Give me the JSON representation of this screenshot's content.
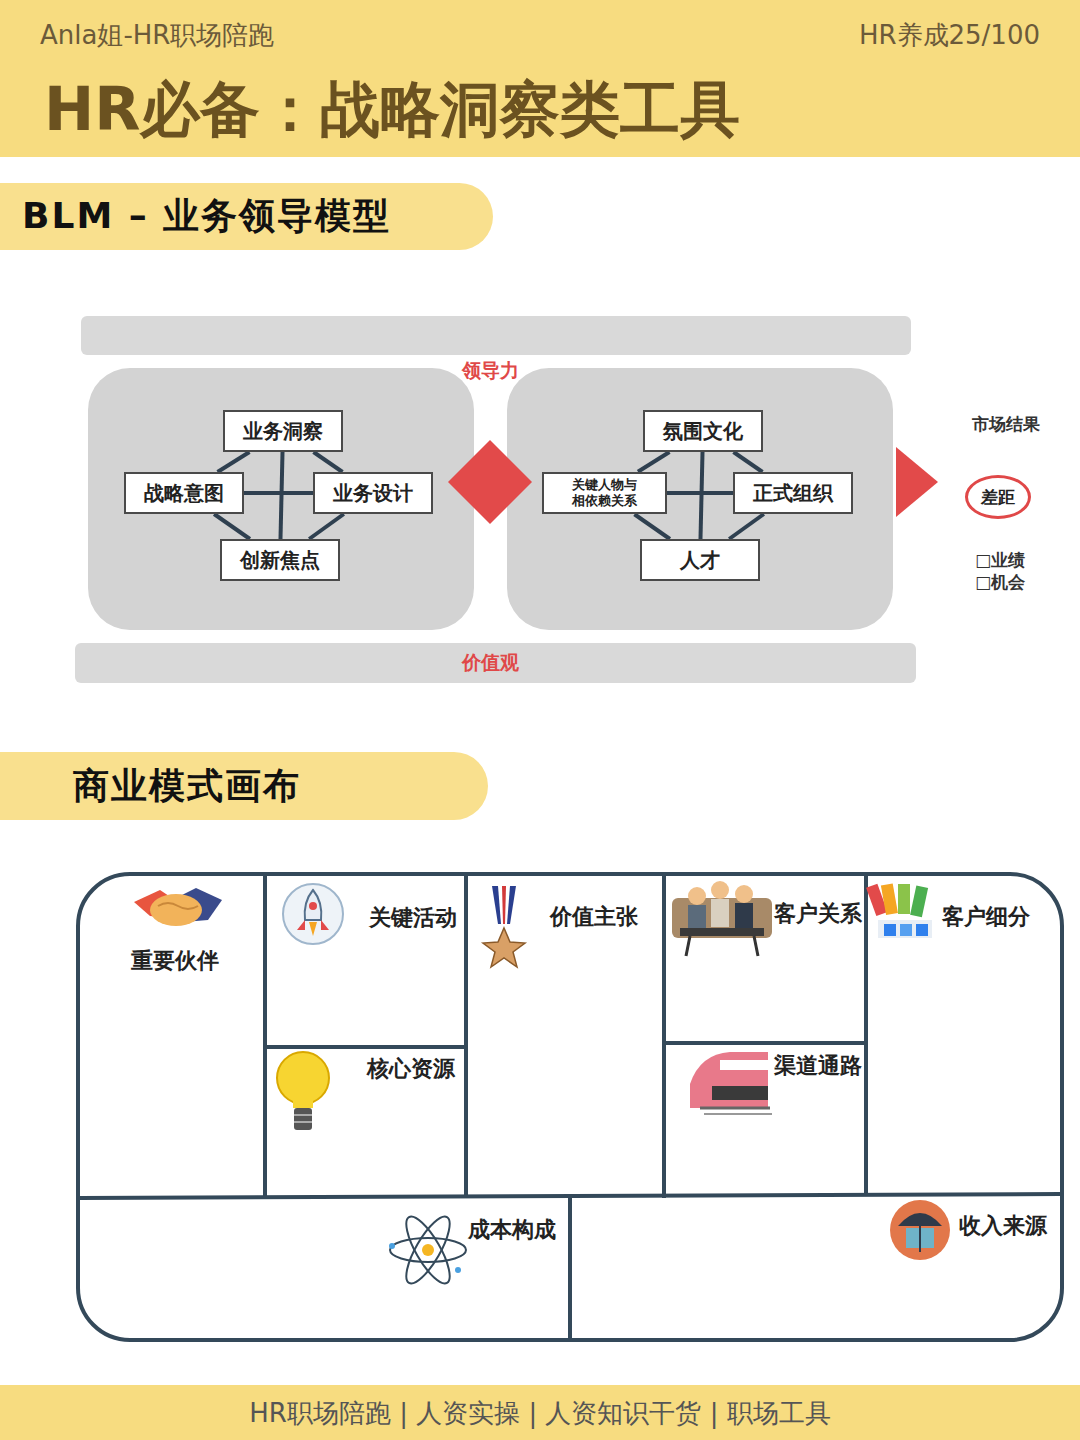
{
  "diagram": {
    "title": "HR必备：战略洞察类工具",
    "nodes": [
      {
        "text": [
          "BLM – 业务领导模型"
        ]
      },
      {
        "text": [
          "领导力"
        ]
      },
      {
        "text": [
          "业务洞察"
        ]
      },
      {
        "text": [
          "战略意图"
        ]
      },
      {
        "text": [
          "业务设计"
        ]
      },
      {
        "text": [
          "创新焦点"
        ]
      },
      {
        "text": [
          "氛围文化"
        ]
      },
      {
        "text": [
          "关键人物与相依赖关系"
        ]
      },
      {
        "text": [
          "正式组织"
        ]
      },
      {
        "text": [
          "人才"
        ]
      },
      {
        "text": [
          "差距"
        ]
      },
      {
        "text": [
          "价值观"
        ]
      },
      {
        "text": [
          "商业模式画布"
        ]
      },
      {
        "text": [
          "重要伙伴"
        ]
      },
      {
        "text": [
          "关键活动"
        ]
      },
      {
        "text": [
          "核心资源"
        ]
      },
      {
        "text": [
          "价值主张"
        ]
      },
      {
        "text": [
          "客户关系"
        ]
      },
      {
        "text": [
          "渠道通路"
        ]
      },
      {
        "text": [
          "客户细分"
        ]
      },
      {
        "text": [
          "成本构成"
        ]
      },
      {
        "text": [
          "收入来源"
        ]
      }
    ],
    "edges": [
      {
        "from": 2,
        "to": 3,
        "arrow": "none"
      },
      {
        "from": 2,
        "to": 4,
        "arrow": "none"
      },
      {
        "from": 5,
        "to": 3,
        "arrow": "none"
      },
      {
        "from": 5,
        "to": 4,
        "arrow": "none"
      },
      {
        "from": 2,
        "to": 5,
        "arrow": "none"
      },
      {
        "from": 3,
        "to": 4,
        "arrow": "none"
      },
      {
        "from": 6,
        "to": 7,
        "arrow": "none"
      },
      {
        "from": 6,
        "to": 8,
        "arrow": "none"
      },
      {
        "from": 9,
        "to": 7,
        "arrow": "none"
      },
      {
        "from": 9,
        "to": 8,
        "arrow": "none"
      },
      {
        "from": 6,
        "to": 9,
        "arrow": "none"
      },
      {
        "from": 7,
        "to": 8,
        "arrow": "none"
      }
    ],
    "labels": [
      "Anla姐-HR职场陪跑",
      "HR养成25/100",
      "市场结果",
      "□业绩",
      "□机会",
      "HR职场陪跑 | 人资实操 | 人资知识干货 | 职场工具"
    ]
  }
}
